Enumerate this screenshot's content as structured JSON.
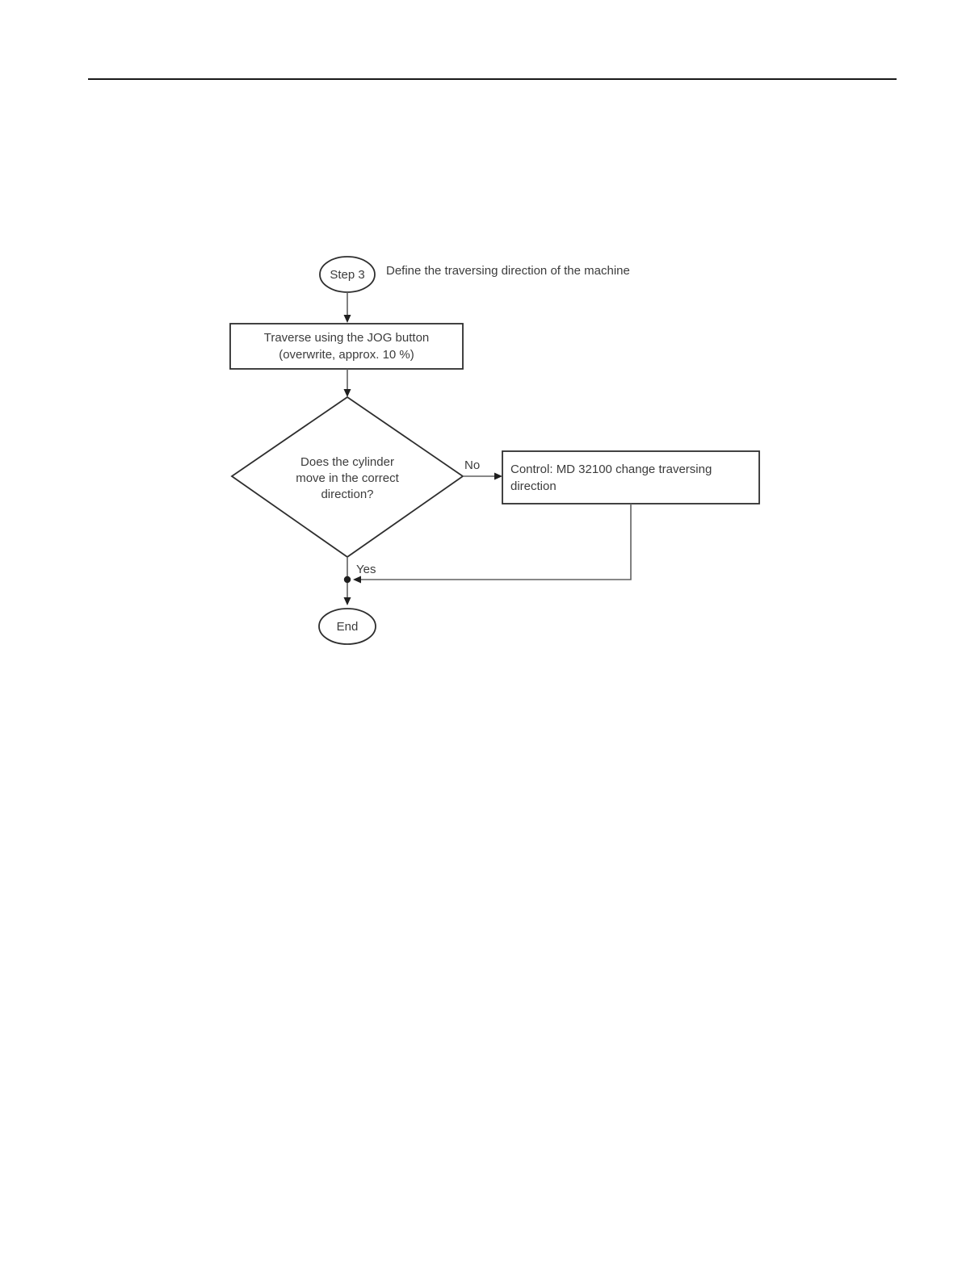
{
  "flowchart": {
    "start": {
      "label": "Step 3",
      "description": "Define the traversing direction of the machine"
    },
    "process_jog": {
      "lines": [
        "Traverse using the JOG button",
        "(overwrite, approx. 10 %)"
      ]
    },
    "decision": {
      "lines": [
        "Does the cylinder",
        "move in the correct",
        "direction?"
      ]
    },
    "branch_no_label": "No",
    "branch_yes_label": "Yes",
    "process_control": {
      "lines": [
        "Control: MD 32100 change traversing",
        "direction"
      ]
    },
    "end": {
      "label": "End"
    }
  },
  "colors": {
    "background": "#ffffff",
    "text": "#3c3c3c",
    "shape_border": "#2e2e2e",
    "connector": "#606060",
    "arrow": "#1f1f1f",
    "header_rule": "#1a1a1a"
  }
}
